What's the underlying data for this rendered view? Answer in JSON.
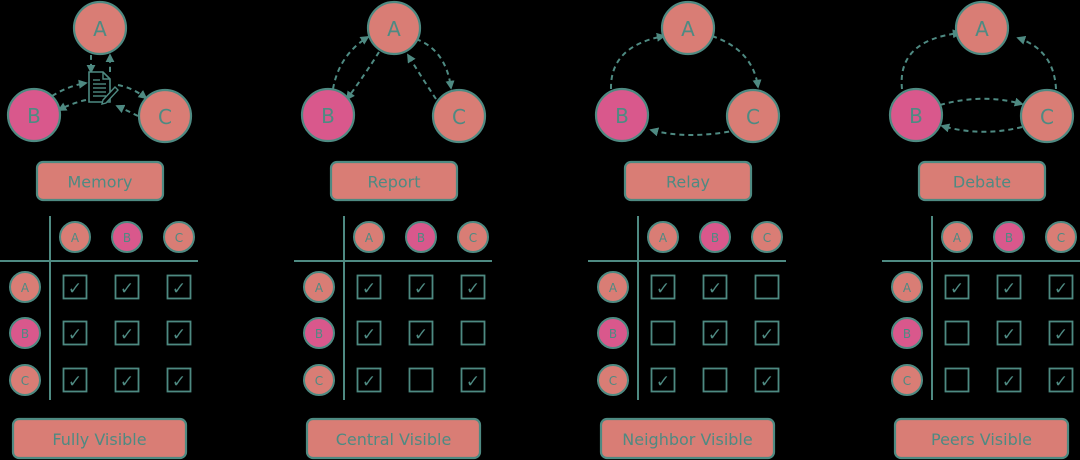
{
  "colors": {
    "background": "#000000",
    "agent_salmon": "#d97d75",
    "agent_pink": "#d9588c",
    "stroke_teal": "#4e8a82",
    "text_teal": "#4e8a82",
    "text_on_pink": "#7668a0"
  },
  "agents": [
    {
      "id": "A",
      "label": "A",
      "color": "salmon"
    },
    {
      "id": "B",
      "label": "B",
      "color": "pink"
    },
    {
      "id": "C",
      "label": "C",
      "color": "salmon"
    }
  ],
  "panels": [
    {
      "id": "memory",
      "topology_label": "Memory",
      "visibility_label": "Fully Visible",
      "has_memory_node": true,
      "memory_icon": "document-pencil-icon",
      "edges": [
        {
          "from": "A",
          "to": "Memory"
        },
        {
          "from": "Memory",
          "to": "A"
        },
        {
          "from": "B",
          "to": "Memory"
        },
        {
          "from": "Memory",
          "to": "B"
        },
        {
          "from": "C",
          "to": "Memory"
        },
        {
          "from": "Memory",
          "to": "C"
        }
      ],
      "matrix": [
        [
          true,
          true,
          true
        ],
        [
          true,
          true,
          true
        ],
        [
          true,
          true,
          true
        ]
      ]
    },
    {
      "id": "report",
      "topology_label": "Report",
      "visibility_label": "Central Visible",
      "has_memory_node": false,
      "edges": [
        {
          "from": "B",
          "to": "A"
        },
        {
          "from": "A",
          "to": "B"
        },
        {
          "from": "A",
          "to": "C"
        },
        {
          "from": "C",
          "to": "A"
        }
      ],
      "matrix": [
        [
          true,
          true,
          true
        ],
        [
          true,
          true,
          false
        ],
        [
          true,
          false,
          true
        ]
      ]
    },
    {
      "id": "relay",
      "topology_label": "Relay",
      "visibility_label": "Neighbor Visible",
      "has_memory_node": false,
      "edges": [
        {
          "from": "B",
          "to": "A"
        },
        {
          "from": "A",
          "to": "C"
        },
        {
          "from": "C",
          "to": "B"
        }
      ],
      "matrix": [
        [
          true,
          true,
          false
        ],
        [
          false,
          true,
          true
        ],
        [
          true,
          false,
          true
        ]
      ]
    },
    {
      "id": "debate",
      "topology_label": "Debate",
      "visibility_label": "Peers Visible",
      "has_memory_node": false,
      "edges": [
        {
          "from": "B",
          "to": "A"
        },
        {
          "from": "C",
          "to": "A"
        },
        {
          "from": "B",
          "to": "C"
        },
        {
          "from": "C",
          "to": "B"
        }
      ],
      "matrix": [
        [
          true,
          true,
          true
        ],
        [
          false,
          true,
          true
        ],
        [
          false,
          true,
          true
        ]
      ]
    }
  ],
  "check_glyph": "✓"
}
